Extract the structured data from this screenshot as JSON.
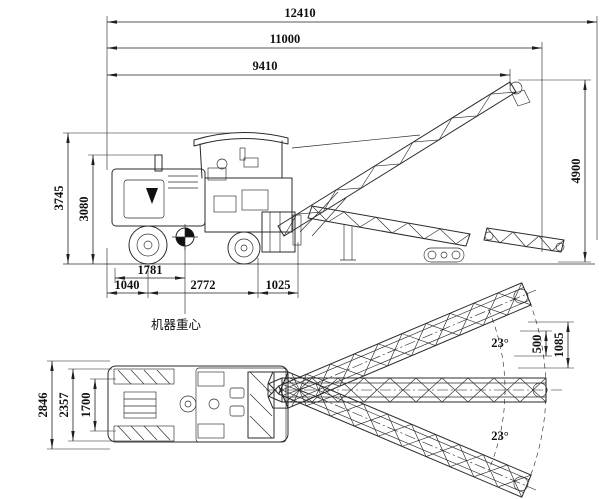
{
  "side_view": {
    "dim_12410": "12410",
    "dim_11000": "11000",
    "dim_9410": "9410",
    "dim_4900": "4900",
    "dim_3745": "3745",
    "dim_3080": "3080",
    "dim_1781": "1781",
    "dim_1040": "1040",
    "dim_2772": "2772",
    "dim_1025": "1025",
    "cg_label": "机器重心"
  },
  "plan_view": {
    "dim_2846": "2846",
    "dim_2357": "2357",
    "dim_1700": "1700",
    "dim_500": "500",
    "dim_1085": "1085",
    "angle_upper": "23°",
    "angle_lower": "23°"
  },
  "colors": {
    "line": "#2b2b2b",
    "dimension": "#1f1f1f",
    "background": "#ffffff"
  }
}
